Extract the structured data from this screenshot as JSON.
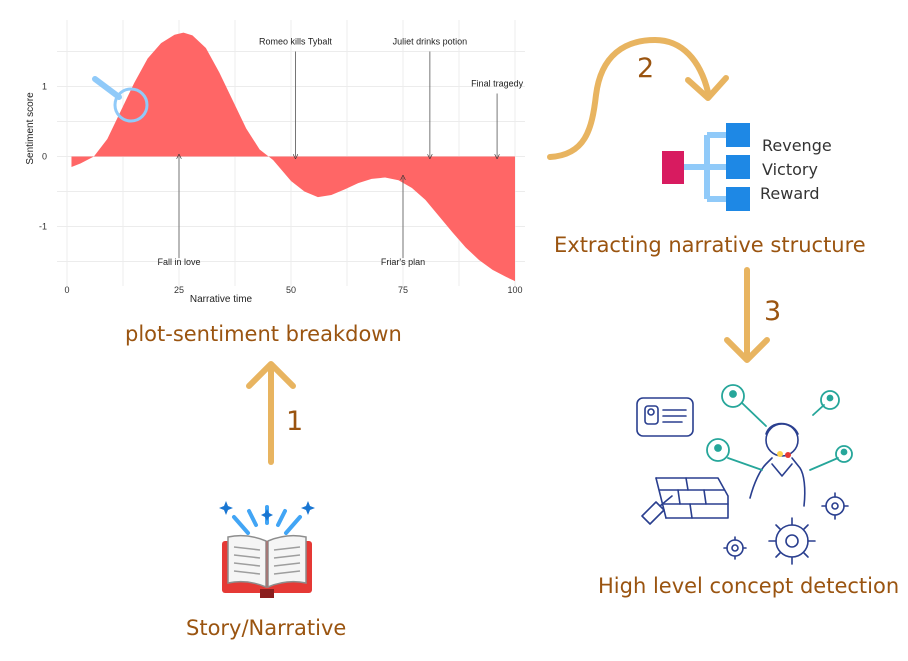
{
  "chart_data": {
    "type": "area",
    "xlabel": "Narrative time",
    "ylabel": "Sentiment score",
    "xlim": [
      0,
      100
    ],
    "ylim": [
      -1.85,
      1.95
    ],
    "x_ticks": [
      "0",
      "25",
      "50",
      "75",
      "100"
    ],
    "y_ticks": [
      "-1",
      "0",
      "1"
    ],
    "grid": true,
    "fill_color": "#ff6666",
    "series": [
      {
        "x": [
          1,
          3,
          6,
          9,
          12,
          15,
          18,
          21,
          24,
          26,
          28,
          31,
          34,
          37,
          40,
          43,
          46,
          48,
          50,
          53,
          56,
          59,
          62,
          65,
          68,
          71,
          74,
          77,
          80,
          83,
          86,
          89,
          92,
          95,
          98,
          100
        ],
        "y": [
          -0.15,
          -0.1,
          0.0,
          0.25,
          0.65,
          1.05,
          1.4,
          1.62,
          1.74,
          1.77,
          1.73,
          1.55,
          1.2,
          0.8,
          0.4,
          0.1,
          -0.05,
          -0.2,
          -0.35,
          -0.5,
          -0.58,
          -0.55,
          -0.47,
          -0.38,
          -0.32,
          -0.3,
          -0.34,
          -0.45,
          -0.62,
          -0.85,
          -1.08,
          -1.3,
          -1.48,
          -1.62,
          -1.72,
          -1.78
        ]
      }
    ],
    "annotations": [
      {
        "text": "Romeo kills Tybalt",
        "x": 51,
        "y": 0.0
      },
      {
        "text": "Juliet drinks potion",
        "x": 81,
        "y": 0.0
      },
      {
        "text": "Final tragedy",
        "x": 96,
        "y": 0.0
      },
      {
        "text": "Fall in love",
        "x": 25,
        "y": 0.0
      },
      {
        "text": "Friar's plan",
        "x": 75,
        "y": -0.3
      }
    ]
  },
  "labels": {
    "plot_caption": "plot-sentiment breakdown",
    "structure_caption": "Extracting narrative structure",
    "concept_caption": "High level concept detection",
    "story_caption": "Story/Narrative",
    "step1": "1",
    "step2": "2",
    "step3": "3"
  },
  "tree": {
    "items": [
      "Revenge",
      "Victory",
      "Reward"
    ],
    "root_color": "#d81b60",
    "node_color": "#1e88e5",
    "line_color": "#90caf9"
  },
  "colors": {
    "arrow": "#e8b460",
    "magnifier": "#90caf9",
    "sketch_blue": "#2a3f8f",
    "sketch_teal": "#26a69a",
    "book_red": "#e53935",
    "sparkle": "#42a5f5"
  },
  "icons": [
    "magnifier-icon",
    "tree-icon",
    "person-concepts-icon",
    "book-icon"
  ]
}
